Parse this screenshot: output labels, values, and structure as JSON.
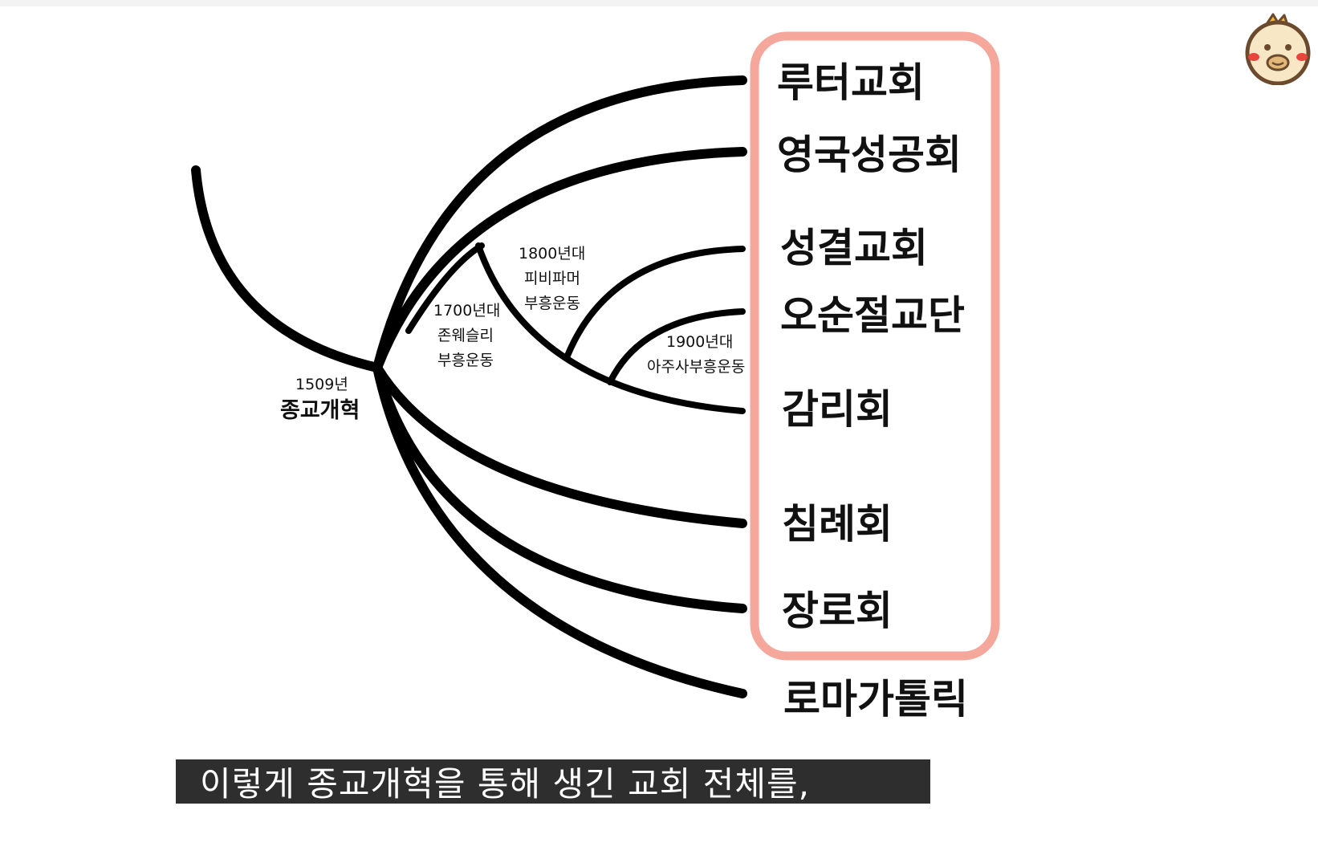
{
  "diagram": {
    "origin": {
      "year": "1509년",
      "label": "종교개혁"
    },
    "eras": [
      {
        "id": "era-1700",
        "lines": [
          "1700년대",
          "존웨슬리",
          "부흥운동"
        ]
      },
      {
        "id": "era-1800",
        "lines": [
          "1800년대",
          "피비파머",
          "부흥운동"
        ]
      },
      {
        "id": "era-1900",
        "lines": [
          "1900년대",
          "아주사부흥운동"
        ]
      }
    ],
    "churches": [
      {
        "name": "루터교회",
        "highlighted": true
      },
      {
        "name": "영국성공회",
        "highlighted": true
      },
      {
        "name": "성결교회",
        "highlighted": true
      },
      {
        "name": "오순절교단",
        "highlighted": true
      },
      {
        "name": "감리회",
        "highlighted": true
      },
      {
        "name": "침례회",
        "highlighted": true
      },
      {
        "name": "장로회",
        "highlighted": true
      },
      {
        "name": "로마가톨릭",
        "highlighted": false
      }
    ],
    "highlight_color": "#f4a79a",
    "line_color": "#000000"
  },
  "subtitle": {
    "text": "이렇게 종교개혁을 통해 생긴 교회 전체를,"
  },
  "mascot": {
    "icon": "chick-mascot-icon",
    "colors": {
      "face": "#f7e7c4",
      "outline": "#6b4a2e",
      "cheeks": "#e8463c",
      "crest": "#f5b642"
    }
  }
}
